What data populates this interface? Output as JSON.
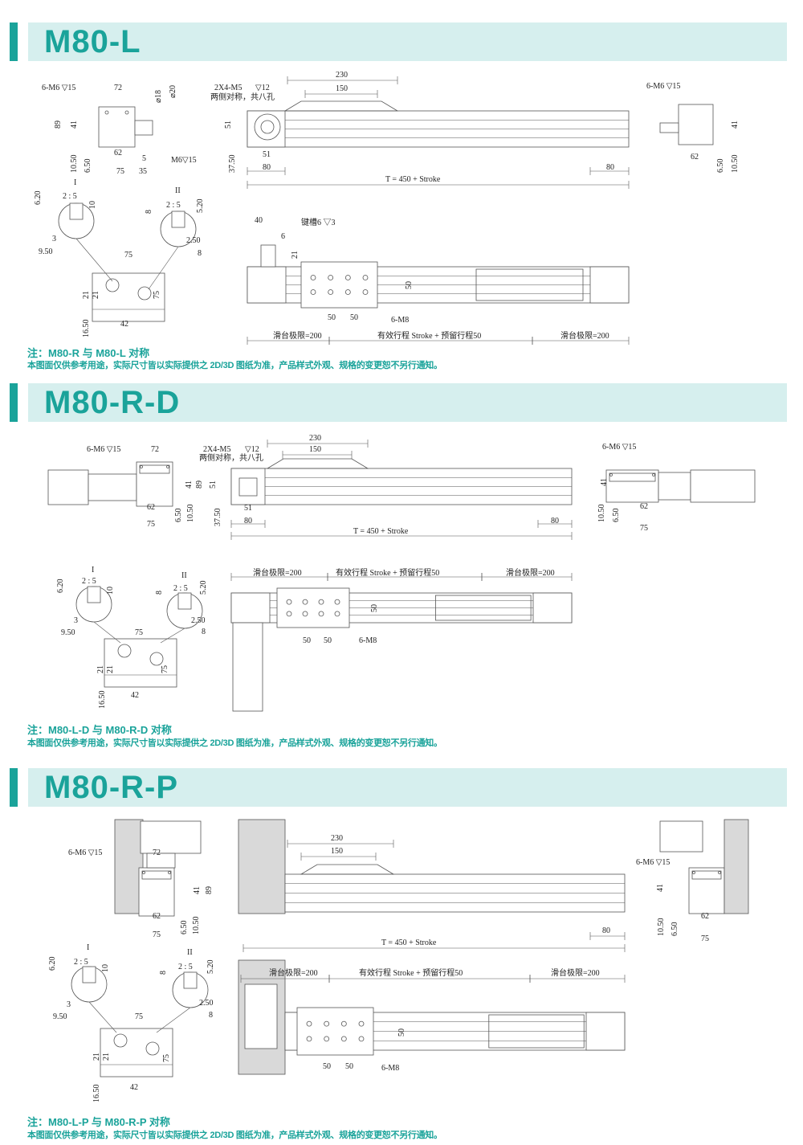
{
  "colors": {
    "accent": "#1aa39a",
    "header_bg": "#d6efee",
    "note": "#1aa39a",
    "line": "#555555",
    "fill": "#d9d9d9"
  },
  "sections": [
    {
      "title": "M80-L",
      "note": "注：M80-R 与 M80-L 对称",
      "disclaimer": "本图面仅供参考用途，实际尺寸皆以实际提供之 2D/3D 图纸为准，产品样式外观、规格的变更恕不另行通知。",
      "dims": [
        "6-M6 ▽15",
        "72",
        "⌀18",
        "⌀20",
        "89",
        "41",
        "62",
        "5",
        "M6▽15",
        "75",
        "35",
        "10.50",
        "6.50",
        "230",
        "150",
        "2X4-M5",
        "▽12",
        "两侧对称，共八孔",
        "51",
        "37.50",
        "51",
        "80",
        "80",
        "T = 450 + Stroke",
        "6-M6 ▽15",
        "62",
        "41",
        "6.50",
        "10.50",
        "I",
        "2 : 5",
        "6.20",
        "10",
        "3",
        "9.50",
        "II",
        "2 : 5",
        "8",
        "5.20",
        "2.50",
        "8",
        "75",
        "21",
        "21",
        "75",
        "16.50",
        "42",
        "40",
        "键槽6 ▽3",
        "6",
        "21",
        "50",
        "50",
        "50",
        "6-M8",
        "滑台极限=200",
        "有效行程 Stroke + 预留行程50",
        "滑台极限=200"
      ]
    },
    {
      "title": "M80-R-D",
      "note": "注：M80-L-D 与 M80-R-D 对称",
      "disclaimer": "本图面仅供参考用途，实际尺寸皆以实际提供之 2D/3D 图纸为准，产品样式外观、规格的变更恕不另行通知。",
      "dims": [
        "6-M6 ▽15",
        "72",
        "41",
        "89",
        "62",
        "75",
        "6.50",
        "10.50",
        "2X4-M5",
        "▽12",
        "两侧对称，共八孔",
        "230",
        "150",
        "51",
        "51",
        "80",
        "37.50",
        "80",
        "T = 450 + Stroke",
        "6-M6 ▽15",
        "41",
        "62",
        "75",
        "10.50",
        "6.50",
        "I",
        "2 : 5",
        "6.20",
        "10",
        "3",
        "9.50",
        "II",
        "2 : 5",
        "8",
        "5.20",
        "2.50",
        "8",
        "75",
        "21",
        "21",
        "75",
        "16.50",
        "42",
        "滑台极限=200",
        "有效行程 Stroke + 预留行程50",
        "滑台极限=200",
        "50",
        "50",
        "50",
        "6-M8"
      ]
    },
    {
      "title": "M80-R-P",
      "note": "注：M80-L-P 与 M80-R-P 对称",
      "disclaimer": "本图面仅供参考用途，实际尺寸皆以实际提供之 2D/3D 图纸为准，产品样式外观、规格的变更恕不另行通知。",
      "dims": [
        "6-M6 ▽15",
        "72",
        "41",
        "89",
        "62",
        "75",
        "6.50",
        "10.50",
        "230",
        "150",
        "80",
        "T = 450 + Stroke",
        "6-M6 ▽15",
        "41",
        "62",
        "75",
        "10.50",
        "6.50",
        "I",
        "2 : 5",
        "6.20",
        "10",
        "3",
        "9.50",
        "II",
        "2 : 5",
        "8",
        "5.20",
        "2.50",
        "8",
        "75",
        "21",
        "21",
        "75",
        "16.50",
        "42",
        "滑台极限=200",
        "有效行程 Stroke + 预留行程50",
        "滑台极限=200",
        "50",
        "50",
        "50",
        "6-M8"
      ]
    }
  ]
}
